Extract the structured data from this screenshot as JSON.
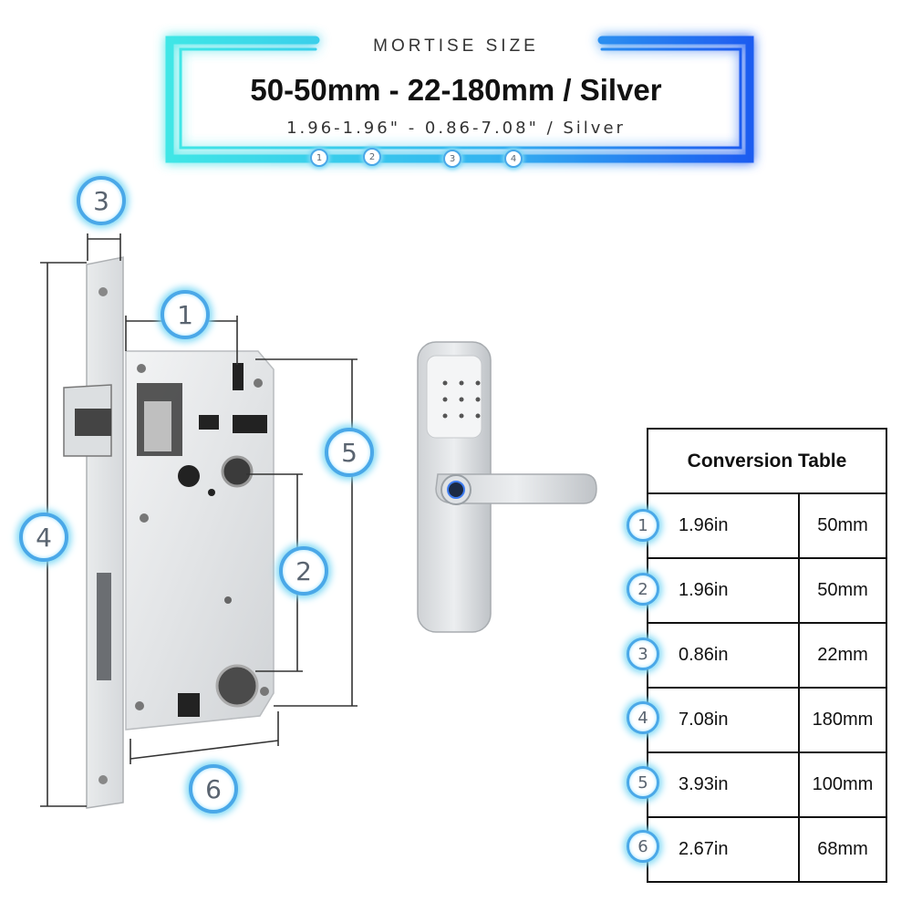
{
  "header": {
    "label": "MORTISE SIZE",
    "main_title": "50-50mm - 22-180mm / Silver",
    "sub_title": "1.96-1.96\" - 0.86-7.08\" / Silver",
    "markers": [
      "1",
      "2",
      "3",
      "4"
    ]
  },
  "diagram": {
    "callouts": [
      "1",
      "2",
      "3",
      "4",
      "5",
      "6"
    ]
  },
  "conversion_table": {
    "title": "Conversion Table",
    "rows": [
      {
        "n": "1",
        "in": "1.96in",
        "mm": "50mm"
      },
      {
        "n": "2",
        "in": "1.96in",
        "mm": "50mm"
      },
      {
        "n": "3",
        "in": "0.86in",
        "mm": "22mm"
      },
      {
        "n": "4",
        "in": "7.08in",
        "mm": "180mm"
      },
      {
        "n": "5",
        "in": "3.93in",
        "mm": "100mm"
      },
      {
        "n": "6",
        "in": "2.67in",
        "mm": "68mm"
      }
    ]
  },
  "colors": {
    "neon_cyan": "#3fe6e6",
    "neon_blue": "#1e5cf0",
    "callout_ring": "#4aa8e8",
    "metal": "#e6e8ea"
  }
}
